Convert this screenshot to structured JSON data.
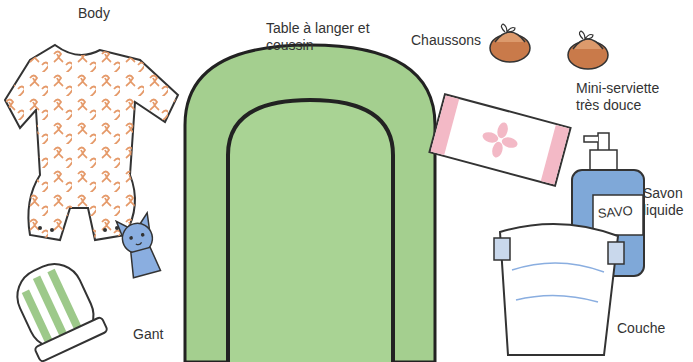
{
  "diagram": {
    "labels": [
      "Body",
      "Table à langer et coussin",
      "Chaussons",
      "Mini-serviette très douce",
      "Savon liquide",
      "Gant",
      "Couche",
      "SAVO"
    ]
  }
}
